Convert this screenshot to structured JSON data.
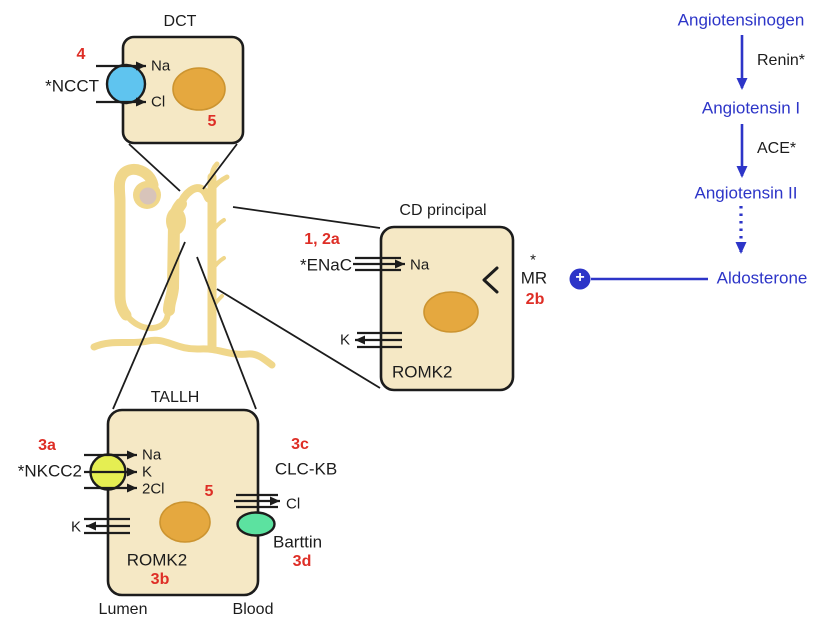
{
  "colors": {
    "blue_accent": "#2d35c8",
    "red_label": "#de2e26",
    "cell_fill": "#f5e8c5",
    "outline": "#1c1c1c",
    "nephron": "#f0d78b",
    "glomerulus_inner": "#d8c4ba",
    "ncct_fill": "#5fc4ef",
    "nkcc2_fill": "#e5ee52",
    "barttin_fill": "#5ce2a0",
    "nucleus_fill": "#e5a83f"
  },
  "dct": {
    "title": "DCT",
    "step4": "4",
    "transporter": "*NCCT",
    "na": "Na",
    "cl": "Cl",
    "step5": "5"
  },
  "cd_principal": {
    "title": "CD principal",
    "steps_1_2a": "1, 2a",
    "enac": "*ENaC",
    "na": "Na",
    "mr_star": "*",
    "mr": "MR",
    "step_2b": "2b",
    "k": "K",
    "romk2": "ROMK2"
  },
  "tallh": {
    "title": "TALLH",
    "step_3a": "3a",
    "nkcc2": "*NKCC2",
    "na": "Na",
    "k": "K",
    "cl2": "2Cl",
    "step5": "5",
    "k_out": "K",
    "romk2": "ROMK2",
    "step_3b": "3b",
    "step_3c": "3c",
    "clc_kb": "CLC-KB",
    "cl": "Cl",
    "barttin": "Barttin",
    "step_3d": "3d",
    "lumen": "Lumen",
    "blood": "Blood"
  },
  "raas": {
    "angiotensinogen": "Angiotensinogen",
    "renin": "Renin*",
    "angiotensin_i": "Angiotensin I",
    "ace": "ACE*",
    "angiotensin_ii": "Angiotensin II",
    "aldosterone": "Aldosterone",
    "plus": "+"
  }
}
